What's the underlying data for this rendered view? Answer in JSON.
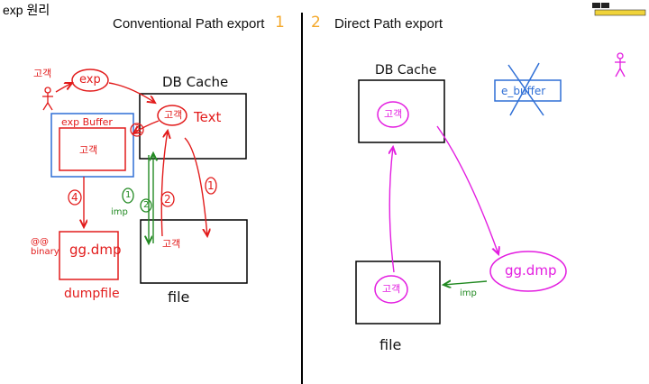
{
  "page_title": "exp 원리",
  "left": {
    "heading_num": "1",
    "heading": "Conventional Path export",
    "db_cache": "DB Cache",
    "customer_text": "고객",
    "text_label": "Text",
    "exp_label": "exp",
    "user_label": "고객",
    "buffer_label": "exp Buffer",
    "buffer_customer": "고객",
    "dump_label": "gg.dmp",
    "dumpfile_caption": "dumpfile",
    "binary_label": "@@ binary",
    "file_customer": "고객",
    "file_caption": "file",
    "imp_label": "imp",
    "step1": "1",
    "step2": "2",
    "step3": "3",
    "step4": "4",
    "green1": "1",
    "green2": "2"
  },
  "right": {
    "heading_num": "2",
    "heading": "Direct Path export",
    "db_cache": "DB Cache",
    "cache_customer": "고객",
    "buffer_label": "e_buffer",
    "dump_label": "gg.dmp",
    "imp_label": "imp",
    "file_customer": "고객",
    "file_caption": "file"
  },
  "colors": {
    "red": "#e21b1b",
    "magenta": "#e31de0",
    "blue": "#2f6fd6",
    "green": "#238a23",
    "orange": "#f4a82a"
  },
  "logo_icon": "watermark-logo"
}
